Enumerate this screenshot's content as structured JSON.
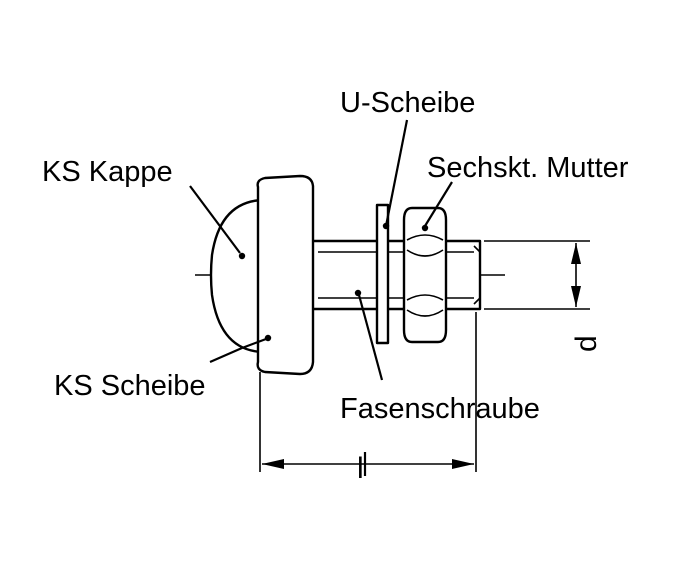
{
  "labels": {
    "u_scheibe": "U-Scheibe",
    "ks_kappe": "KS Kappe",
    "sechskt_mutter": "Sechskt. Mutter",
    "ks_scheibe": "KS Scheibe",
    "fasenschraube": "Fasenschraube"
  },
  "dimensions": {
    "length": "l",
    "diameter": "d"
  },
  "colors": {
    "stroke": "#000000",
    "background": "#ffffff"
  }
}
